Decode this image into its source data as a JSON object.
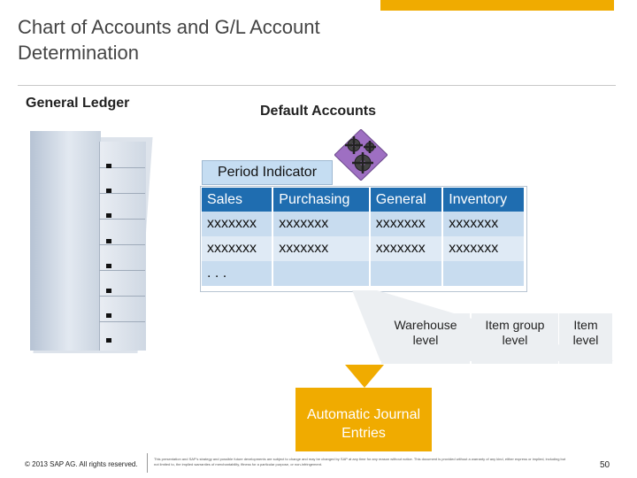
{
  "header": {
    "title": "Chart of Accounts and G/L Account Determination"
  },
  "labels": {
    "general_ledger": "General Ledger",
    "default_accounts": "Default Accounts",
    "period_indicator": "Period Indicator"
  },
  "table": {
    "headers": [
      "Sales",
      "Purchasing",
      "General",
      "Inventory"
    ],
    "rows": [
      [
        "xxxxxxx",
        "xxxxxxx",
        "xxxxxxx",
        "xxxxxxx"
      ],
      [
        "xxxxxxx",
        "xxxxxxx",
        "xxxxxxx",
        "xxxxxxx"
      ],
      [
        ". . .",
        "",
        "",
        ""
      ]
    ]
  },
  "levels": {
    "warehouse": [
      "Warehouse",
      "level"
    ],
    "item_group": [
      "Item group",
      "level"
    ],
    "item": [
      "Item",
      "level"
    ]
  },
  "journal": {
    "line1": "Automatic Journal",
    "line2": "Entries"
  },
  "footer": {
    "copyright": "© 2013 SAP AG. All rights reserved.",
    "disclaimer": "This presentation and SAP's strategy and possible future developments are subject to change and may be changed by SAP at any time for any reason without notice. This document is provided without a warranty of any kind, either express or implied, including but not limited to, the implied warranties of merchantability, fitness for a particular purpose, or non-infringement.",
    "page": "50"
  },
  "colors": {
    "accent": "#f0ab00",
    "table_header": "#1f6db0",
    "period_bg": "#c5ddf2"
  },
  "icons": {
    "gear": "gears-icon",
    "cabinet": "ledger-cabinet-icon"
  }
}
